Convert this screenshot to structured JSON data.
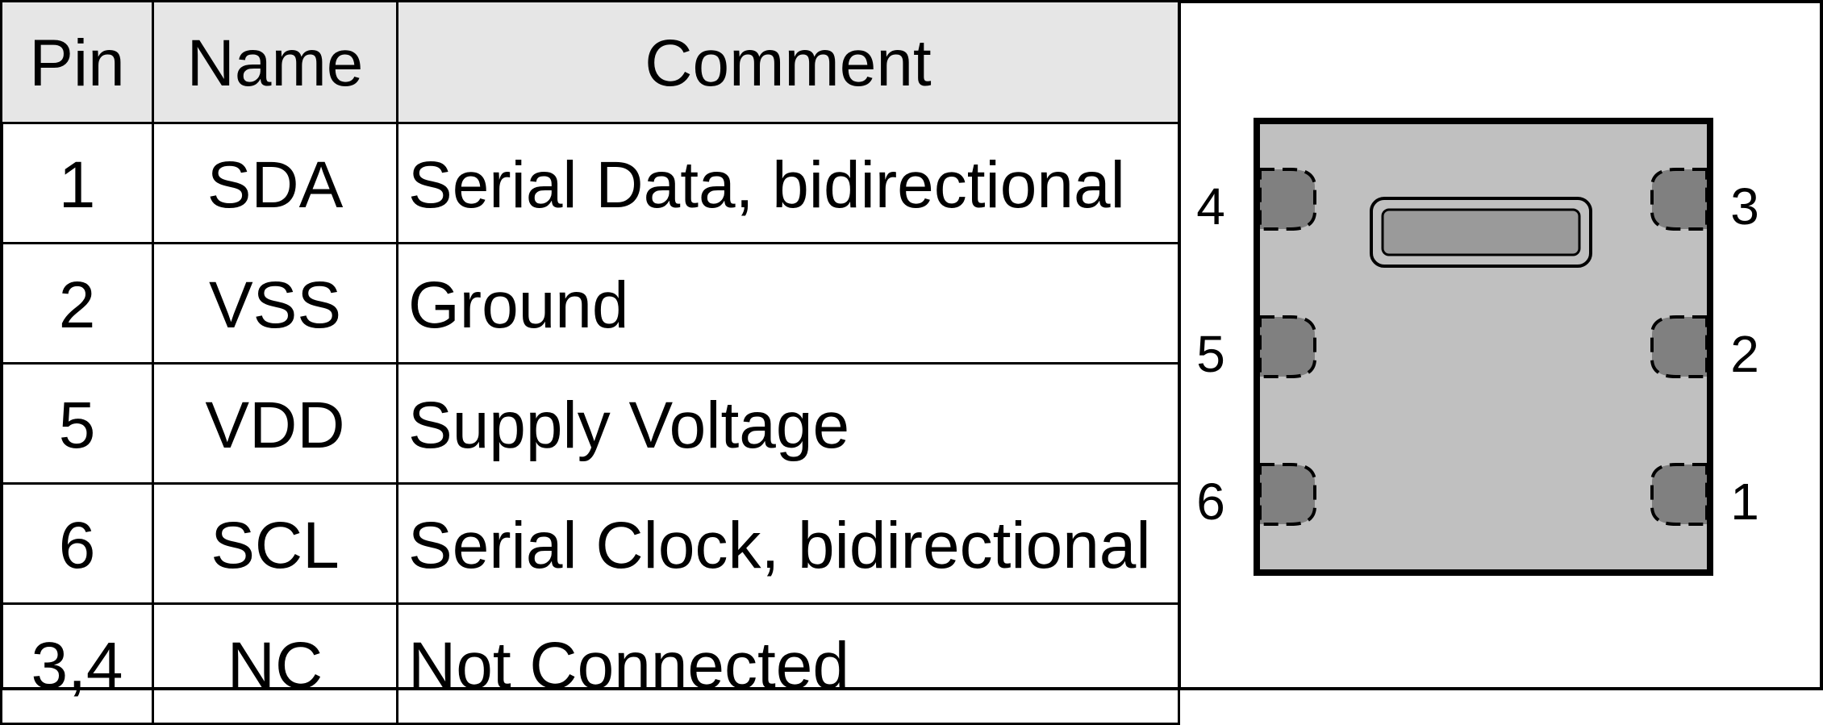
{
  "table": {
    "headers": {
      "pin": "Pin",
      "name": "Name",
      "comment": "Comment"
    },
    "rows": [
      {
        "pin": "1",
        "name": "SDA",
        "comment": "Serial Data, bidirectional"
      },
      {
        "pin": "2",
        "name": "VSS",
        "comment": "Ground"
      },
      {
        "pin": "5",
        "name": "VDD",
        "comment": "Supply Voltage"
      },
      {
        "pin": "6",
        "name": "SCL",
        "comment": "Serial Clock, bidirectional"
      },
      {
        "pin": "3,4",
        "name": "NC",
        "comment": "Not Connected"
      }
    ]
  },
  "package": {
    "left_pins": [
      "4",
      "5",
      "6"
    ],
    "right_pins": [
      "3",
      "2",
      "1"
    ],
    "colors": {
      "body": "#c0c0c0",
      "pad": "#808080",
      "header_bg": "#e6e6e6"
    }
  }
}
